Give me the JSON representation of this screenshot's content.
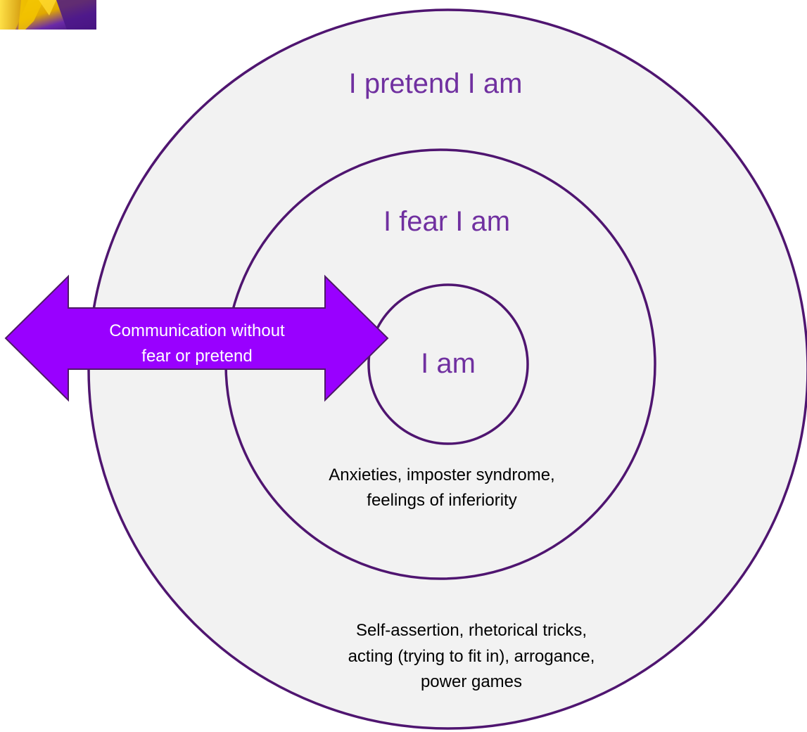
{
  "diagram": {
    "outer_ring": {
      "label": "I pretend I am",
      "description": [
        "Self-assertion, rhetorical tricks,",
        "acting (trying to fit in), arrogance,",
        "power games"
      ]
    },
    "middle_ring": {
      "label": "I fear I am",
      "description": [
        "Anxieties, imposter syndrome,",
        "feelings of inferiority"
      ]
    },
    "inner_circle": {
      "label": "I am"
    },
    "arrow": {
      "lines": [
        "Communication without",
        "fear or pretend"
      ]
    }
  },
  "colors": {
    "circle_fill": "#f2f2f2",
    "circle_stroke": "#4f1570",
    "label_text": "#7030a0",
    "description_text": "#000000",
    "arrow_fill": "#9900ff",
    "arrow_stroke": "#4d1a66",
    "arrow_text": "#ffffff"
  },
  "decoration": {
    "corner_image": "sunflower-photo-fragment"
  }
}
